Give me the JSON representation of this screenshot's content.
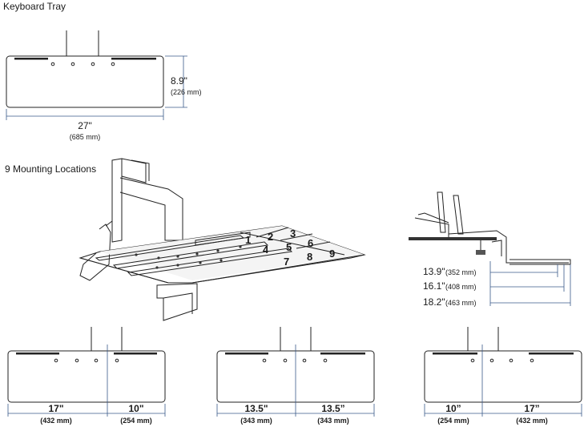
{
  "sections": {
    "keyboard_tray_title": "Keyboard Tray",
    "mounting_title": "9 Mounting Locations"
  },
  "tray": {
    "width_in": "27\"",
    "width_mm": "(685 mm)",
    "depth_in": "8.9\"",
    "depth_mm": "(226 mm)"
  },
  "mounting_numbers": [
    "1",
    "2",
    "3",
    "4",
    "5",
    "6",
    "7",
    "8",
    "9"
  ],
  "reach": [
    {
      "in": "13.9\"",
      "mm": "(352 mm)"
    },
    {
      "in": "16.1\"",
      "mm": "(408 mm)"
    },
    {
      "in": "18.2\"",
      "mm": "(463 mm)"
    }
  ],
  "positions": [
    {
      "left_in": "17\"",
      "left_mm": "(432 mm)",
      "right_in": "10\"",
      "right_mm": "(254 mm)"
    },
    {
      "left_in": "13.5\"",
      "left_mm": "(343 mm)",
      "right_in": "13.5”",
      "right_mm": "(343 mm)"
    },
    {
      "left_in": "10”",
      "left_mm": "(254 mm)",
      "right_in": "17”",
      "right_mm": "(432 mm)"
    }
  ]
}
